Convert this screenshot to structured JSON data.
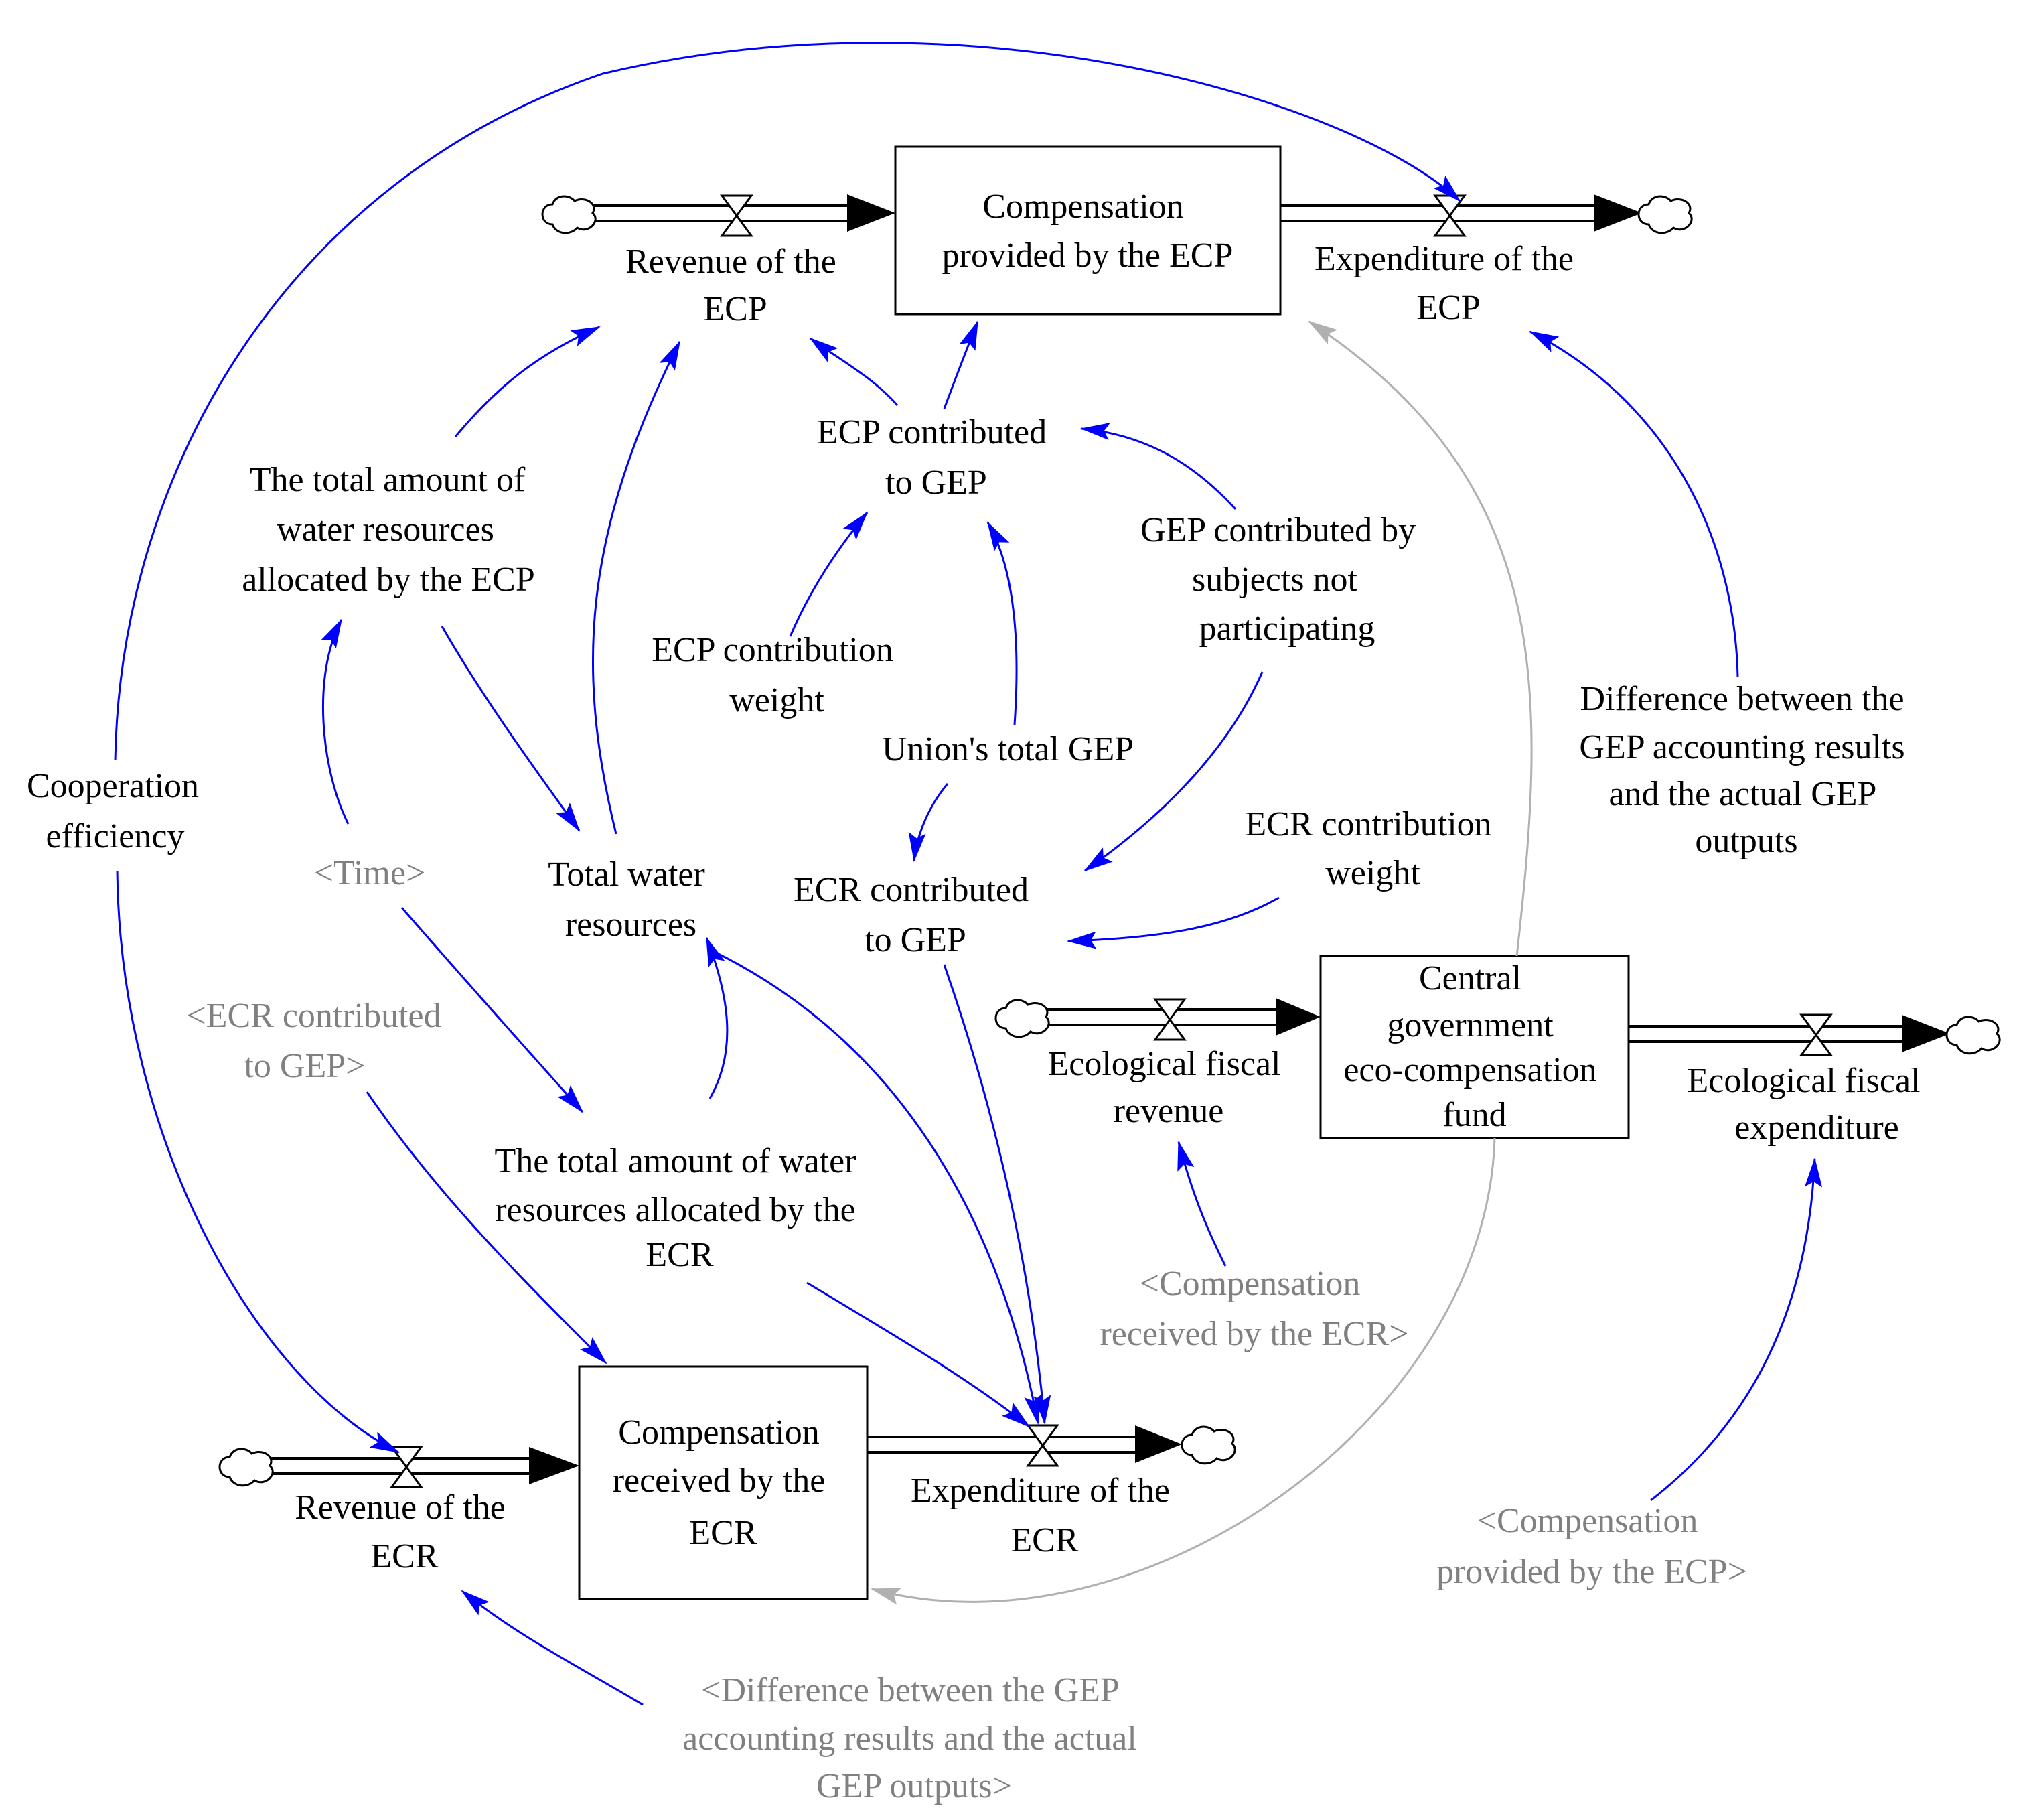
{
  "colors": {
    "causal_link": "#0000ff",
    "shadow_link": "#b0b0b0",
    "shadow_text": "#808080",
    "text": "#000000",
    "flow": "#000000"
  },
  "icons": {
    "source_sink": "cloud-icon",
    "valve": "valve-icon"
  },
  "stocks": {
    "compensation_provided_ecp": [
      "Compensation",
      "provided by the ECP"
    ],
    "central_fund": [
      "Central",
      "government",
      "eco-compensation",
      "fund"
    ],
    "compensation_received_ecr": [
      "Compensation",
      "received by the",
      "ECR"
    ]
  },
  "flows": {
    "revenue_ecp": [
      "Revenue of the",
      "ECP"
    ],
    "expenditure_ecp": [
      "Expenditure of the",
      "ECP"
    ],
    "ecological_fiscal_revenue": [
      "Ecological fiscal",
      "revenue"
    ],
    "ecological_fiscal_expenditure": [
      "Ecological fiscal",
      "expenditure"
    ],
    "revenue_ecr": [
      "Revenue of the",
      "ECR"
    ],
    "expenditure_ecr": [
      "Expenditure of the",
      "ECR"
    ]
  },
  "variables": {
    "ecp_contributed_gep": [
      "ECP contributed",
      "to GEP"
    ],
    "gep_not_participating": [
      "GEP contributed by",
      "subjects not",
      "participating"
    ],
    "total_water_ecp": [
      "The total amount of",
      "water resources",
      "allocated by the ECP"
    ],
    "ecp_contribution_weight": [
      "ECP contribution",
      "weight"
    ],
    "union_total_gep": [
      "Union's total GEP"
    ],
    "cooperation_efficiency": [
      "Cooperation",
      "efficiency"
    ],
    "total_water_resources": [
      "Total water",
      "resources"
    ],
    "ecr_contributed_gep": [
      "ECR contributed",
      "to GEP"
    ],
    "ecr_contribution_weight": [
      "ECR contribution",
      "weight"
    ],
    "gep_difference": [
      "Difference between the",
      "GEP accounting results",
      "and the actual GEP",
      "outputs"
    ],
    "total_water_ecr": [
      "The total amount of water",
      "resources allocated by the",
      "ECR"
    ]
  },
  "shadow_variables": {
    "time": [
      "<Time>"
    ],
    "ecr_contributed_gep": [
      "<ECR contributed",
      "to GEP>"
    ],
    "compensation_received_ecr": [
      "<Compensation",
      "received by the ECR>"
    ],
    "compensation_provided_ecp": [
      "<Compensation",
      "provided by the ECP>"
    ],
    "gep_difference": [
      "<Difference between the GEP",
      "accounting results and the actual",
      "GEP outputs>"
    ]
  }
}
